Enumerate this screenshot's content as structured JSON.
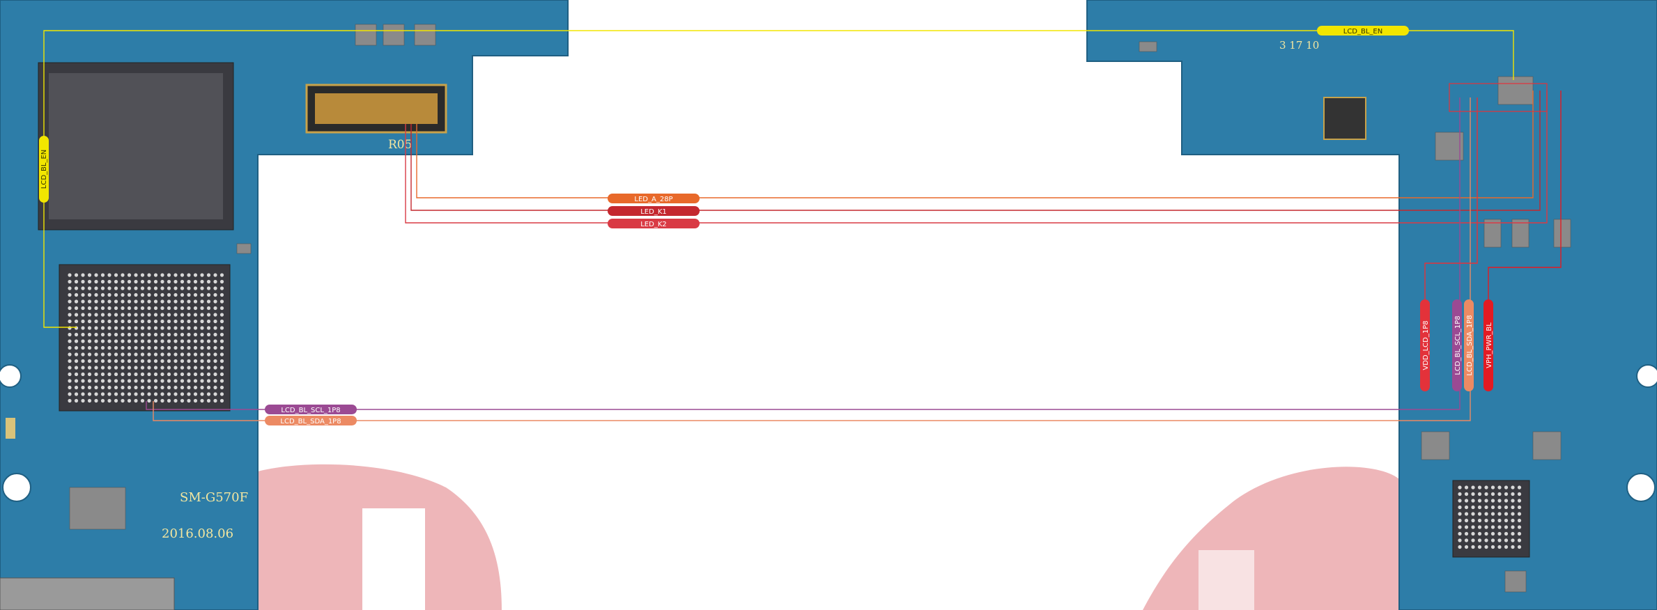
{
  "board": {
    "model": "SM-G570F",
    "date": "2016.08.06",
    "connector_label": "R05",
    "corner_marks": "3  17  10"
  },
  "nets": [
    {
      "id": "lcd_bl_en_top",
      "label": "LCD_BL_EN",
      "color": "#f2e600",
      "text_color": "#333300"
    },
    {
      "id": "lcd_bl_en_left",
      "label": "LCD_BL_EN",
      "color": "#f2e600",
      "text_color": "#333300"
    },
    {
      "id": "led_a_28p",
      "label": "LED_A_28P",
      "color": "#e8692a",
      "text_color": "#ffffff"
    },
    {
      "id": "led_k1",
      "label": "LED_K1",
      "color": "#c4282f",
      "text_color": "#ffffff"
    },
    {
      "id": "led_k2",
      "label": "LED_K2",
      "color": "#d93a44",
      "text_color": "#ffffff"
    },
    {
      "id": "lcd_bl_scl_1p8",
      "label": "LCD_BL_SCL_1P8",
      "color": "#9b4a93",
      "text_color": "#ffffff"
    },
    {
      "id": "lcd_bl_sda_1p8",
      "label": "LCD_BL_SDA_1P8",
      "color": "#ec8a63",
      "text_color": "#ffffff"
    },
    {
      "id": "vdd_lcd_1p8",
      "label": "VDD_LCD_1P8",
      "color": "#e3323a",
      "text_color": "#ffffff"
    },
    {
      "id": "lcd_bl_scl_1p8_v",
      "label": "LCD_BL_SCL_1P8",
      "color": "#9b4a93",
      "text_color": "#ffffff"
    },
    {
      "id": "lcd_bl_sda_1p8_v",
      "label": "LCD_BL_SDA_1P8",
      "color": "#ec8a63",
      "text_color": "#ffffff"
    },
    {
      "id": "vph_pwr_bl",
      "label": "VPH_PWR_BL",
      "color": "#e31b23",
      "text_color": "#ffffff"
    }
  ]
}
